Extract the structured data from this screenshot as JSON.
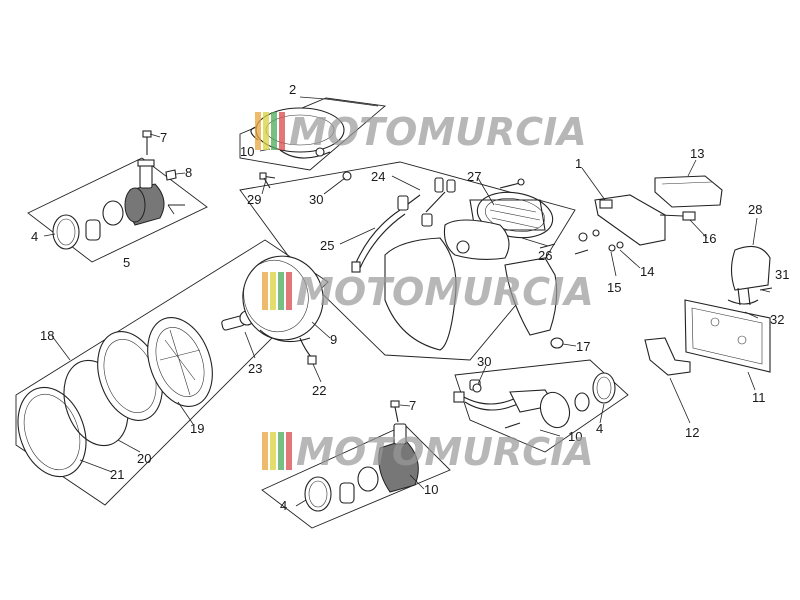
{
  "watermark": {
    "text": "MOTOMURCIA",
    "colors": [
      "#e8a33a",
      "#d9d23a",
      "#4aa95a",
      "#d94a4a"
    ],
    "text_color": "#9a9a9a"
  },
  "callouts": [
    "2",
    "7",
    "8",
    "10",
    "29",
    "30",
    "24",
    "27",
    "1",
    "13",
    "28",
    "4",
    "5",
    "16",
    "14",
    "15",
    "26",
    "25",
    "9",
    "23",
    "22",
    "18",
    "19",
    "20",
    "21",
    "17",
    "31",
    "32",
    "11",
    "12",
    "30",
    "7",
    "10",
    "4",
    "10",
    "4"
  ]
}
